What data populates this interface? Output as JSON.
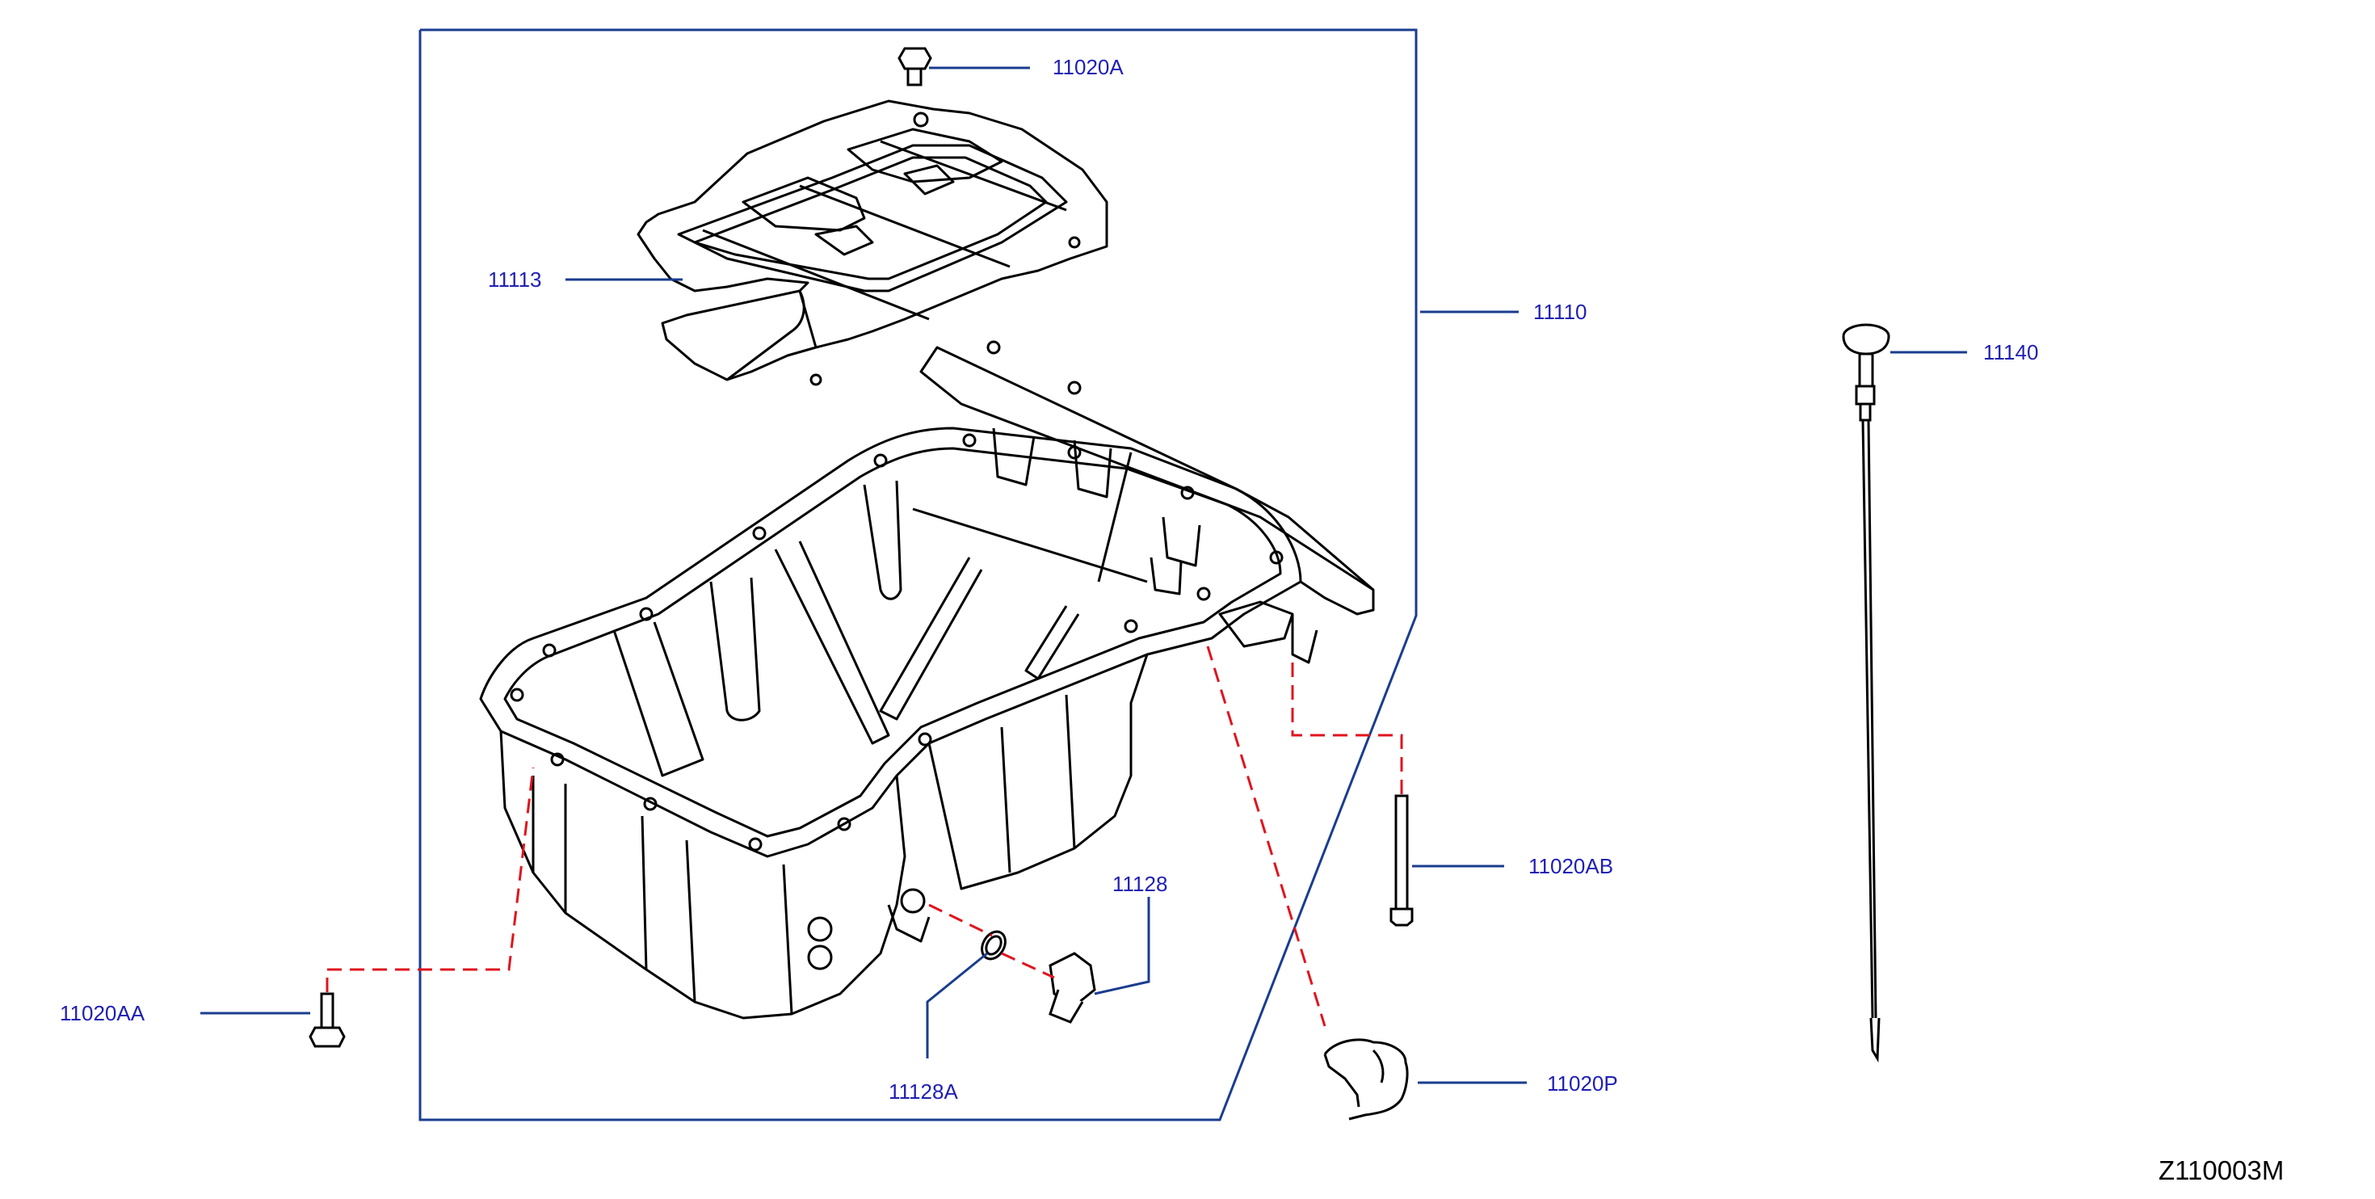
{
  "diagram": {
    "id_code": "Z110003M",
    "colors": {
      "callout_text": "#1f1fb4",
      "leader_line": "#1a3d8f",
      "frame": "#1a3d8f",
      "dashed_guide": "#e0141e",
      "part_line": "#000000",
      "id_text": "#000000"
    },
    "callouts": {
      "c11020A": "11020A",
      "c11113": "11113",
      "c11110": "11110",
      "c11140": "11140",
      "c11020AB": "11020AB",
      "c11128": "11128",
      "c11128A": "11128A",
      "c11020AA": "11020AA",
      "c11020P": "11020P"
    }
  }
}
